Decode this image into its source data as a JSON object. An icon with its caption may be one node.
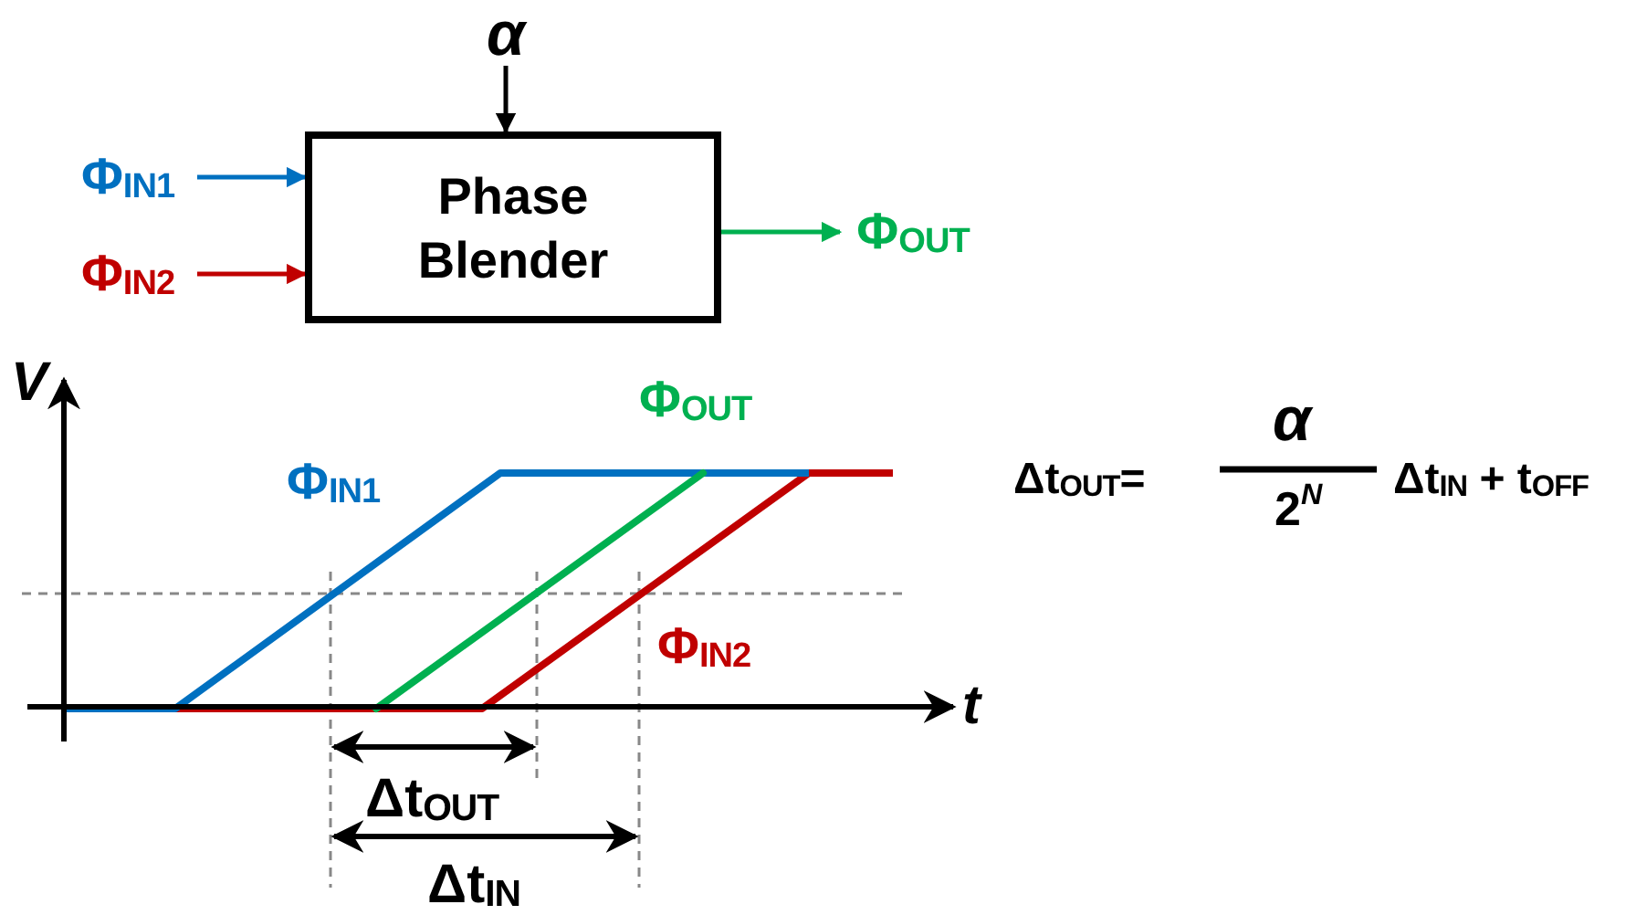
{
  "diagram": {
    "nodes": [
      {
        "text": [
          "Phase Blender"
        ]
      },
      {
        "text": [
          "α"
        ]
      },
      {
        "text": [
          "Φ$_{IN1}$"
        ]
      },
      {
        "text": [
          "Φ$_{IN2}$"
        ]
      },
      {
        "text": [
          "Φ$_{OUT}$"
        ]
      }
    ],
    "edges": [
      {
        "from": 1,
        "to": 0,
        "arrow": "to"
      },
      {
        "from": 2,
        "to": 0,
        "arrow": "to",
        "color": "#0070c0"
      },
      {
        "from": 3,
        "to": 0,
        "arrow": "to",
        "color": "#c00000"
      },
      {
        "from": 0,
        "to": 4,
        "arrow": "to",
        "color": "#00b050"
      }
    ],
    "labels": [
      "V",
      "Φ$_{OUT}$",
      "Φ$_{IN1}$",
      "Φ$_{IN2}$",
      "t",
      "Δt$_{OUT}$",
      "Δt$_{IN}$",
      "Δt$_{OUT}$=",
      "α",
      "2$^{N}$",
      "Δt$_{IN}$ + t$_{OFF}$"
    ]
  }
}
